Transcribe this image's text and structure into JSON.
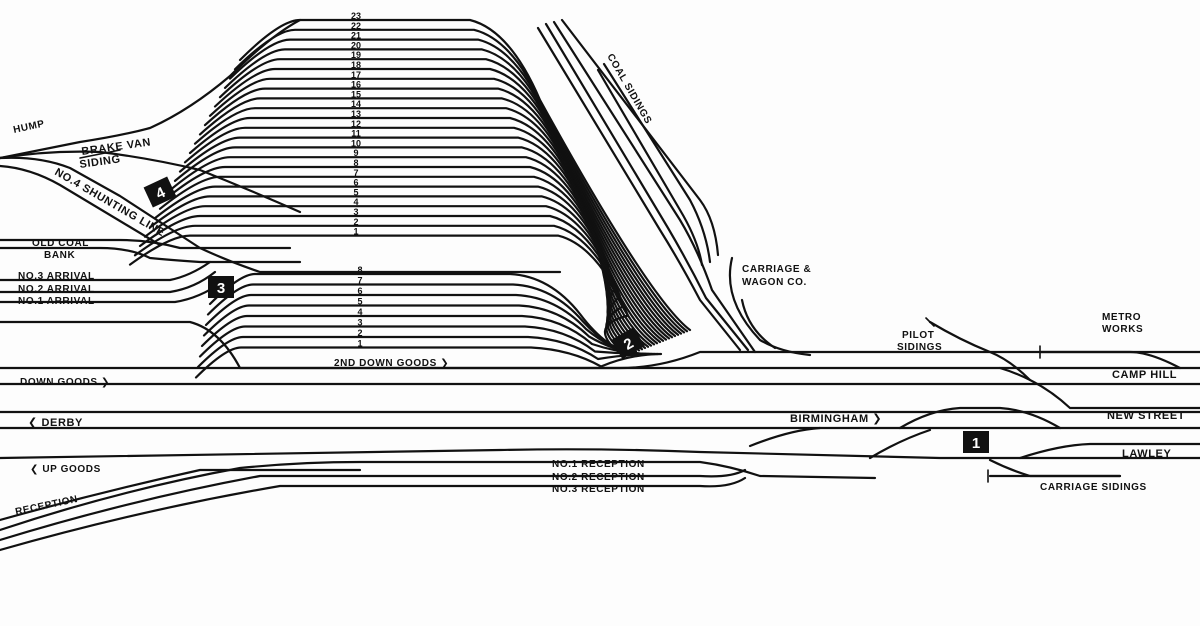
{
  "diagram": {
    "labels": {
      "hump": "HUMP",
      "brake_van": "BRAKE VAN",
      "siding": "SIDING",
      "no4_shunting": "NO.4 SHUNTING LINE",
      "old_coal": "OLD COAL",
      "bank": "BANK",
      "no3_arrival": "NO.3 ARRIVAL",
      "no2_arrival": "NO.2 ARRIVAL",
      "no1_arrival": "NO.1 ARRIVAL",
      "coal_sidings": "COAL SIDINGS",
      "carriage_wagon_1": "CARRIAGE &",
      "carriage_wagon_2": "WAGON CO.",
      "pilot_1": "PILOT",
      "pilot_2": "SIDINGS",
      "metro_1": "METRO",
      "metro_2": "WORKS",
      "second_down_goods": "2ND DOWN GOODS ❯",
      "down_goods": "DOWN GOODS ❯",
      "camp_hill": "CAMP HILL",
      "derby": "❮ DERBY",
      "birmingham": "BIRMINGHAM ❯",
      "new_street": "NEW STREET",
      "lawley": "LAWLEY",
      "up_goods": "❮ UP GOODS",
      "no1_reception": "NO.1 RECEPTION",
      "no2_reception": "NO.2 RECEPTION",
      "no3_reception": "NO.3 RECEPTION",
      "reception": "RECEPTION",
      "carriage_sidings": "CARRIAGE SIDINGS"
    },
    "badges": {
      "b1": "1",
      "b2": "2",
      "b3": "3",
      "b4": "4"
    },
    "upper_siding_numbers": [
      "23",
      "22",
      "21",
      "20",
      "19",
      "18",
      "17",
      "16",
      "15",
      "14",
      "13",
      "12",
      "11",
      "10",
      "9",
      "8",
      "7",
      "6",
      "5",
      "4",
      "3",
      "2",
      "1"
    ],
    "lower_siding_numbers": [
      "8",
      "7",
      "6",
      "5",
      "4",
      "3",
      "2",
      "1"
    ]
  }
}
